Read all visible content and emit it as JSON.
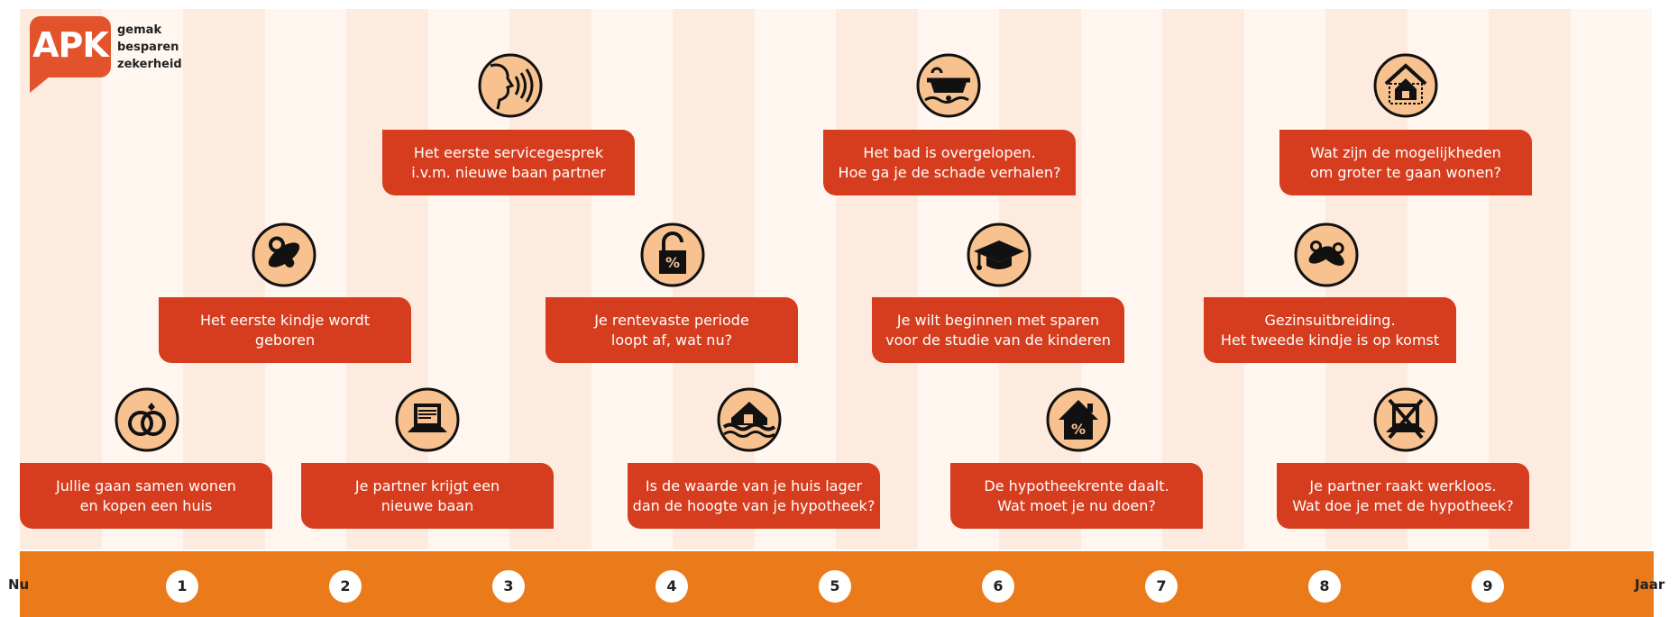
{
  "logo": {
    "text": "APK",
    "tagline": [
      "gemak",
      "besparen",
      "zekerheid"
    ]
  },
  "colors": {
    "bubble": "#d63d1e",
    "band": "#ea7a1a",
    "icon_fill": "#f7c28f",
    "stripe_a": "#fdebe0",
    "stripe_b": "#fff6ef"
  },
  "timeline": {
    "start_label": "Nu",
    "end_label": "Jaar",
    "ticks": [
      "1",
      "2",
      "3",
      "4",
      "5",
      "6",
      "7",
      "8",
      "9"
    ]
  },
  "events": [
    {
      "text": "Jullie gaan samen wonen\nen kopen een huis",
      "icon": "wedding-rings-icon"
    },
    {
      "text": "Het eerste kindje wordt\ngeboren",
      "icon": "pacifier-icon"
    },
    {
      "text": "Je partner krijgt een\nnieuwe baan",
      "icon": "laptop-icon"
    },
    {
      "text": "Het eerste servicegesprek\ni.v.m. nieuwe baan partner",
      "icon": "speaking-face-icon"
    },
    {
      "text": "Je rentevaste periode\nloopt af, wat nu?",
      "icon": "unlocked-percent-icon"
    },
    {
      "text": "Is de waarde van je huis lager\ndan de hoogte van je hypotheek?",
      "icon": "house-underwater-icon"
    },
    {
      "text": "Het bad is overgelopen.\nHoe ga je de schade verhalen?",
      "icon": "overflowing-bath-icon"
    },
    {
      "text": "Je wilt beginnen met sparen\nvoor de studie van de kinderen",
      "icon": "graduation-cap-icon"
    },
    {
      "text": "De hypotheekrente daalt.\nWat moet je nu doen?",
      "icon": "house-percent-icon"
    },
    {
      "text": "Gezinsuitbreiding.\nHet tweede kindje is op komst",
      "icon": "two-pacifiers-icon"
    },
    {
      "text": "Je partner raakt werkloos.\nWat doe je met de hypotheek?",
      "icon": "crossed-laptop-icon"
    },
    {
      "text": "Wat zijn de mogelijkheden\nom groter te gaan wonen?",
      "icon": "house-expand-icon"
    }
  ]
}
